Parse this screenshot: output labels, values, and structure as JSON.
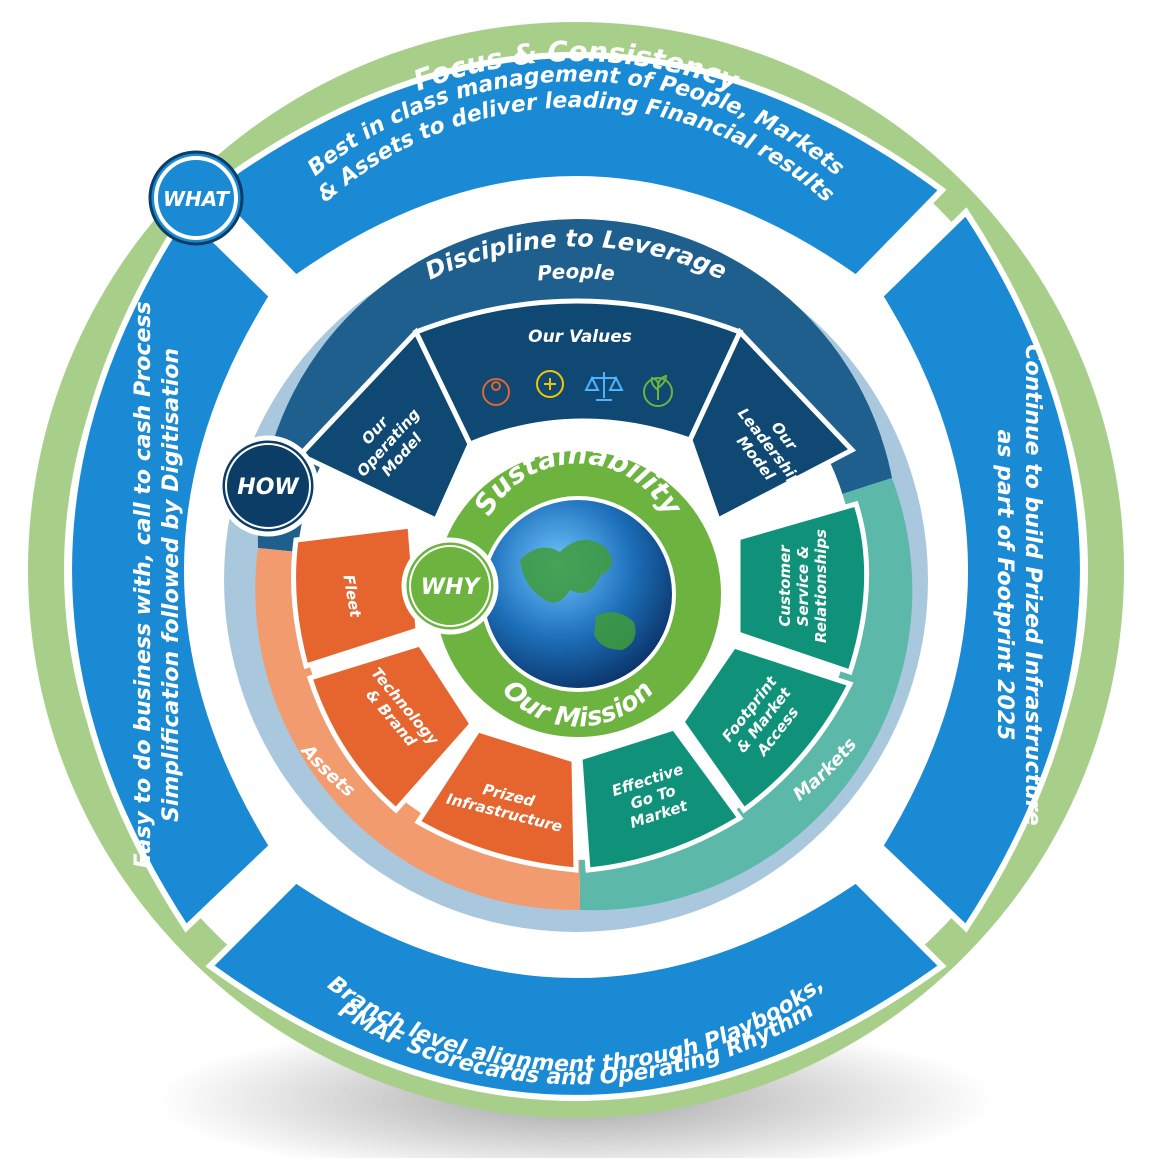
{
  "outer_ring": {
    "title": "Focus & Consistency"
  },
  "what": {
    "badge": "WHAT",
    "top": [
      "Best in class management of People, Markets",
      "& Assets to deliver leading Financial results"
    ],
    "right": [
      "Continue to build Prized Infrastructure",
      "as part of Footprint 2025"
    ],
    "bottom": [
      "Branch level alignment through Playbooks,",
      "PMAF Scorecards and Operating Rhythm"
    ],
    "left": [
      "Easy to do business with, call to cash Process",
      "Simplification followed by Digitisation"
    ]
  },
  "how": {
    "badge": "HOW",
    "ring_title": "Discipline to Leverage",
    "people": {
      "label": "People",
      "segments": {
        "operating_model": [
          "Our",
          "Operating",
          "Model"
        ],
        "values": "Our Values",
        "leadership_model": [
          "Our",
          "Leadership",
          "Model"
        ]
      }
    },
    "markets": {
      "label": "Markets",
      "segments": {
        "customer": [
          "Customer",
          "Service &",
          "Relationships"
        ],
        "footprint": [
          "Footprint",
          "& Market",
          "Access"
        ],
        "gtm": [
          "Effective",
          "Go To",
          "Market"
        ]
      }
    },
    "assets": {
      "label": "Assets",
      "segments": {
        "fleet": "Fleet",
        "technology": [
          "Technology",
          "& Brand"
        ],
        "infrastructure": [
          "Prized",
          "Infrastructure"
        ]
      }
    }
  },
  "why": {
    "badge": "WHY",
    "top": "Sustainability",
    "bottom": "Our Mission"
  },
  "colors": {
    "outer_green": "#a8cf8a",
    "what_blue": "#1a8ad4",
    "light_ring": "#a9c8de",
    "people_blue": "#1f5f8e",
    "people_dark": "#0e4873",
    "markets_teal": "#5cb9a9",
    "markets_green": "#10927a",
    "assets_peach": "#f29b6f",
    "assets_orange": "#e6652f",
    "center_green": "#6cb33f",
    "navy": "#0b3d66"
  }
}
